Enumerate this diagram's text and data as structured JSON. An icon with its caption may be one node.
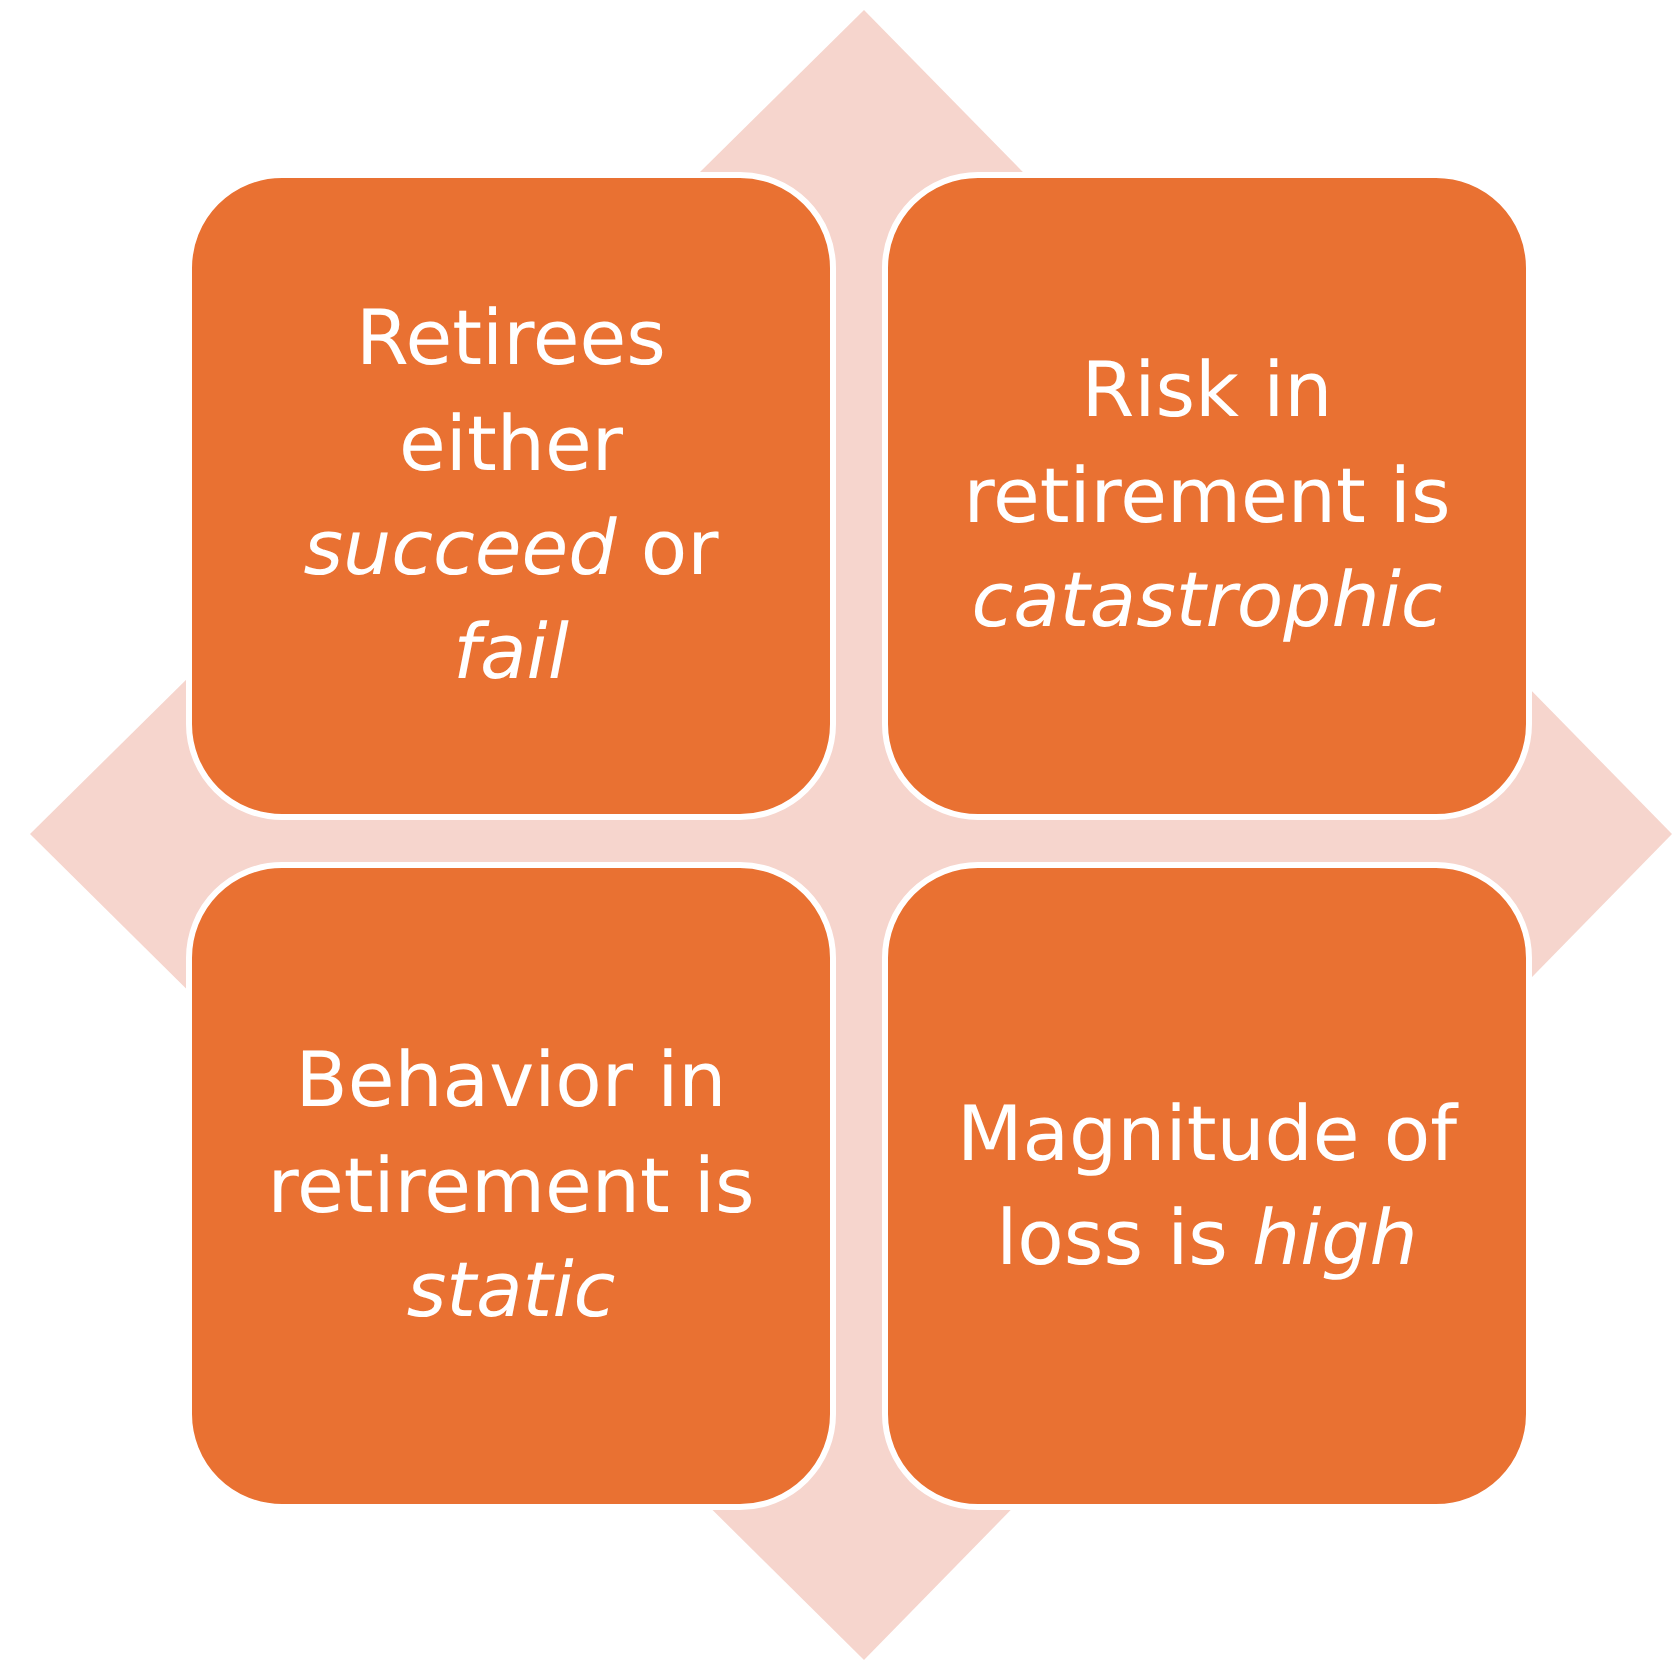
{
  "diagram": {
    "nodes": [
      {
        "text": [
          "Retirees either *succeed* or *fail*"
        ]
      },
      {
        "text": [
          "Risk in retirement is *catastrophic*"
        ]
      },
      {
        "text": [
          "Behavior in retirement is *static*"
        ]
      },
      {
        "text": [
          "Magnitude of loss is *high*"
        ]
      }
    ]
  }
}
